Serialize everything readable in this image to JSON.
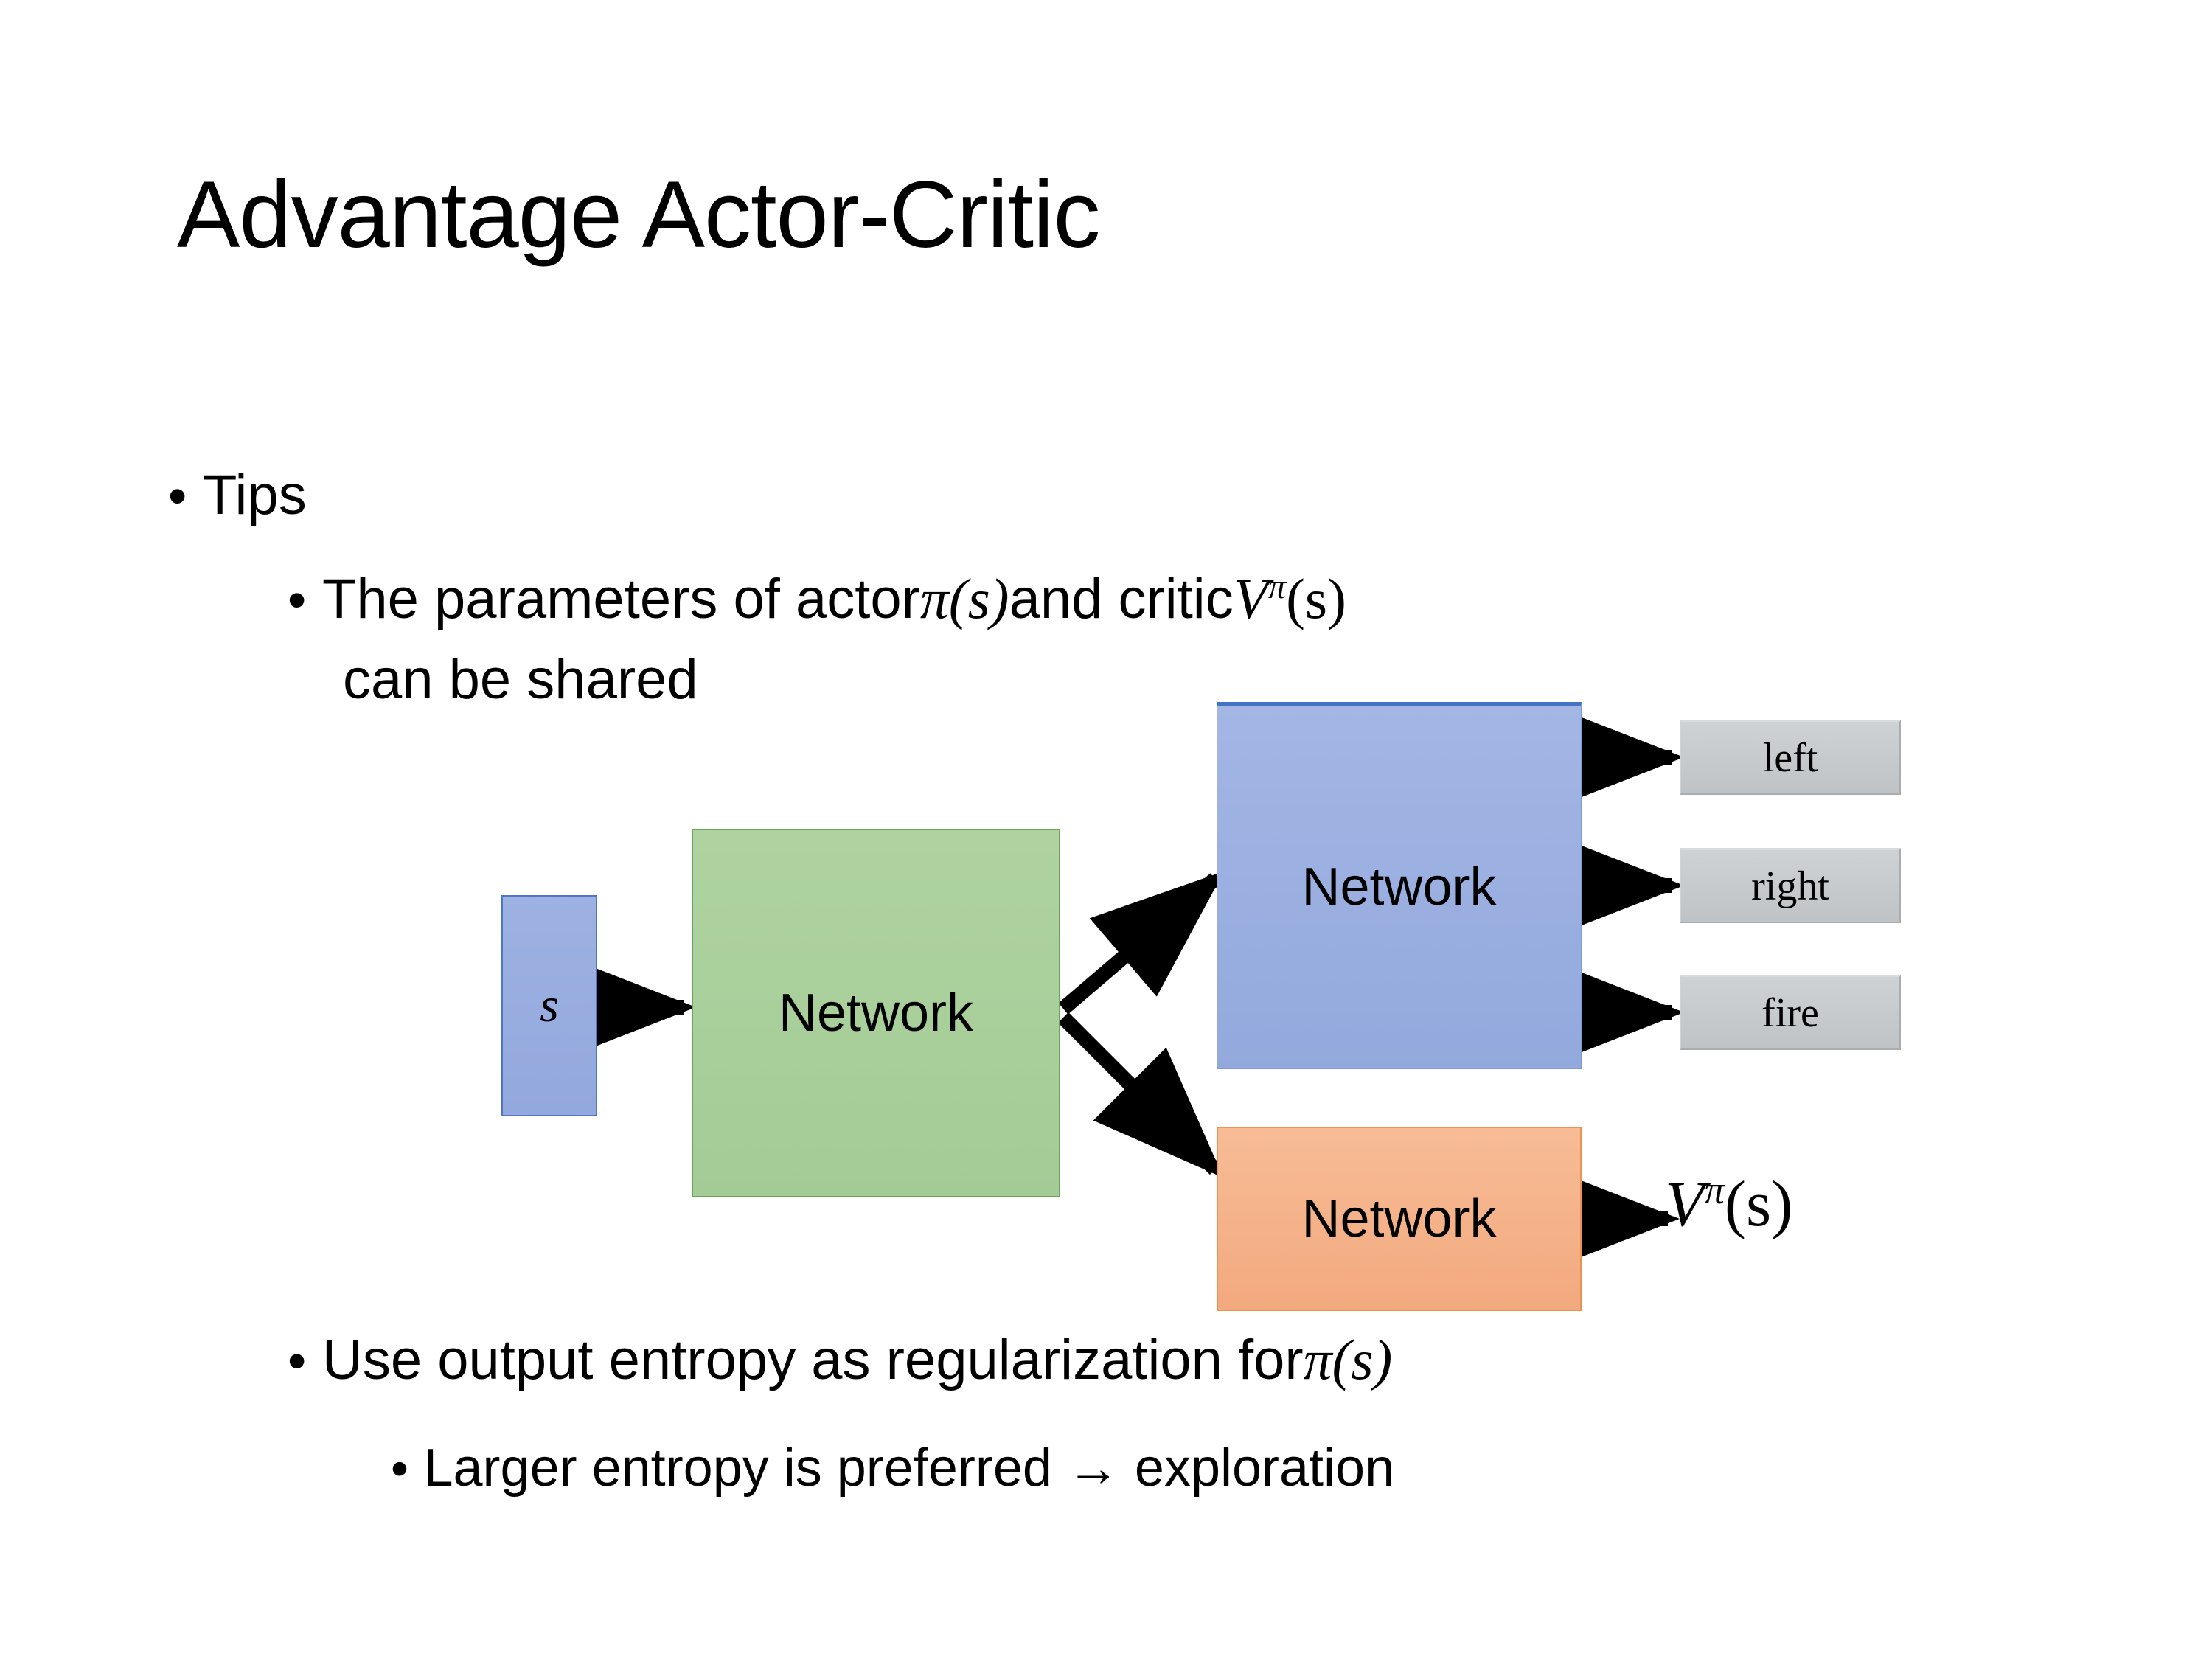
{
  "slide": {
    "title": "Advantage Actor-Critic",
    "bullets": {
      "tips": "Tips",
      "params_line1_pre": "The parameters of actor ",
      "params_math_actor": "π(s)",
      "params_line1_mid": "  and critic ",
      "params_math_critic_base": "V",
      "params_math_critic_sup": "π",
      "params_math_critic_arg": "(s)",
      "params_line2": "can be shared",
      "entropy_pre": "Use output entropy as regularization for ",
      "entropy_math": "π(s)",
      "larger": "Larger entropy is preferred → exploration",
      "bullet_glyph": "•"
    }
  },
  "diagram": {
    "state_label": "s",
    "shared_network_label": "Network",
    "actor_network_label": "Network",
    "critic_network_label": "Network",
    "actions": [
      {
        "label": "left"
      },
      {
        "label": "right"
      },
      {
        "label": "fire"
      }
    ],
    "value_output_base": "V",
    "value_output_sup": "π",
    "value_output_arg": "(s)",
    "colors": {
      "state_fill": "#95a9de",
      "state_border": "#4f76c6",
      "shared_fill": "#a8ce99",
      "shared_border": "#69a556",
      "actor_fill": "#9cb0e0",
      "actor_border": "#4472c4",
      "critic_fill": "#f4b183",
      "critic_border": "#ed9250",
      "action_fill": "#c3c6c8",
      "arrow": "#000000",
      "background": "#ffffff"
    }
  }
}
